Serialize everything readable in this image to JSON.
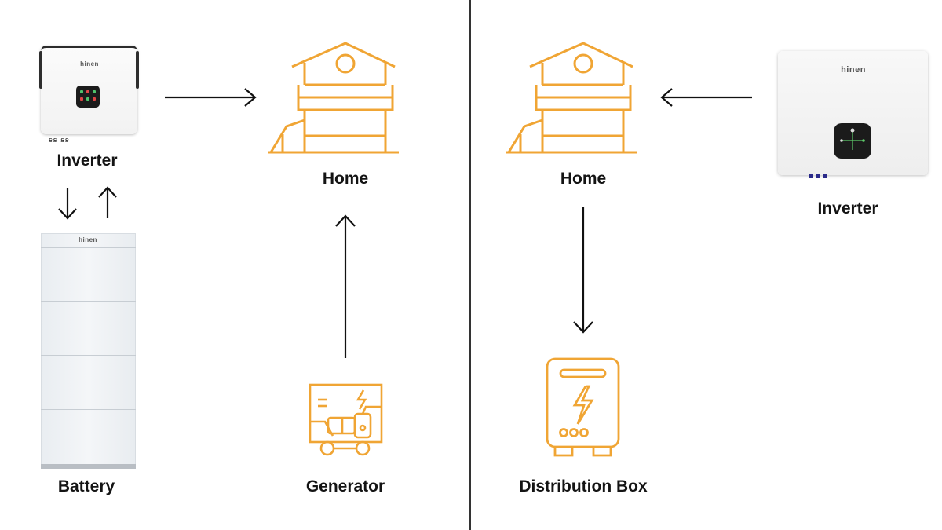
{
  "left_panel": {
    "inverter": {
      "label": "Inverter",
      "brand": "hinen",
      "icon": "hybrid-inverter-image"
    },
    "battery": {
      "label": "Battery",
      "brand": "hinen",
      "icon": "battery-stack-image"
    },
    "home": {
      "label": "Home",
      "icon": "house-icon"
    },
    "generator": {
      "label": "Generator",
      "icon": "generator-icon"
    }
  },
  "right_panel": {
    "home": {
      "label": "Home",
      "icon": "house-icon"
    },
    "inverter": {
      "label": "Inverter",
      "brand": "hinen",
      "icon": "string-inverter-image"
    },
    "distribution_box": {
      "label": "Distribution Box",
      "icon": "distribution-box-icon"
    }
  },
  "colors": {
    "accent": "#F0A534",
    "arrow": "#111111",
    "divider": "#333333"
  }
}
